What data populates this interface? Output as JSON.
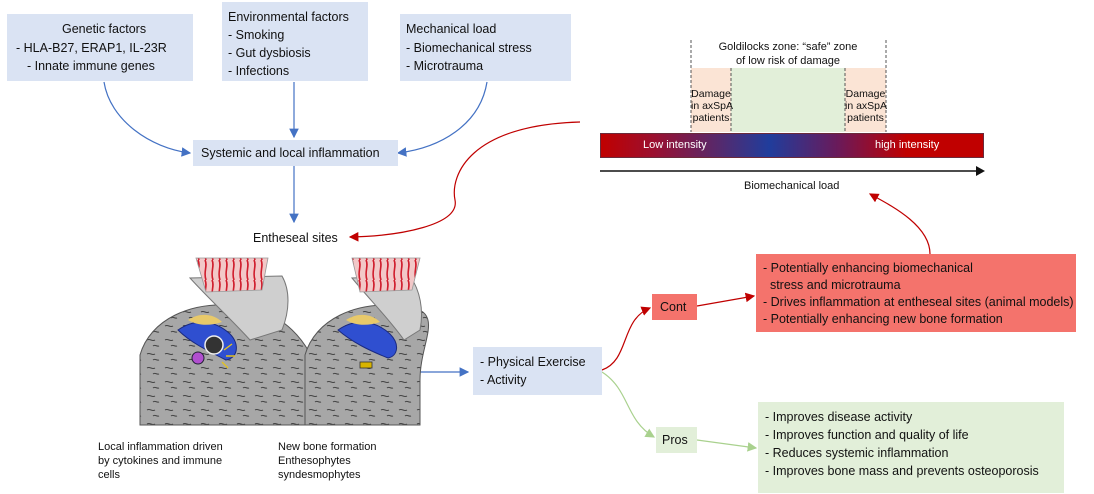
{
  "genetic": {
    "title": "Genetic factors",
    "items": [
      "-      HLA-B27, ERAP1, IL-23R",
      "-      Innate immune genes"
    ]
  },
  "environmental": {
    "title": "Environmental factors",
    "items": [
      "-       Smoking",
      "-       Gut dysbiosis",
      "-       Infections"
    ]
  },
  "mechanical": {
    "title": "Mechanical load",
    "items": [
      "- Biomechanical stress",
      "-    Microtrauma"
    ]
  },
  "systemic": "Systemic and local inflammation",
  "entheseal": "Entheseal sites",
  "goldilocks": {
    "title_lines": [
      "Goldilocks zone: “safe” zone",
      "of low risk of damage"
    ],
    "damage_left": [
      "Damage",
      "in axSpA",
      "patients"
    ],
    "damage_right": [
      "Damage",
      "in axSpA",
      "patients"
    ],
    "low": "Low intensity",
    "high": "high intensity",
    "axis_label": "Biomechanical load"
  },
  "exercise": [
    "- Physical Exercise",
    "- Activity"
  ],
  "cont": {
    "label": "Cont",
    "items": [
      "- Potentially enhancing biomechanical",
      "  stress and microtrauma",
      "- Drives inflammation at entheseal sites (animal models)",
      "- Potentially enhancing new bone formation"
    ]
  },
  "pros": {
    "label": "Pros",
    "items": [
      "- Improves disease activity",
      "- Improves function and quality of life",
      "- Reduces systemic inflammation",
      "- Improves bone mass and prevents osteoporosis"
    ]
  },
  "captions": {
    "left": [
      "Local inflammation driven",
      "by cytokines and immune",
      "cells"
    ],
    "right": [
      "New bone formation",
      "Enthesophytes",
      "syndesmophytes"
    ]
  },
  "colors": {
    "blue_box": "#dae3f3",
    "green_box": "#e2efd9",
    "red_box": "#f4736c",
    "blue_arrow": "#4472c4",
    "red_arrow": "#c00000",
    "green_arrow": "#a9d18e",
    "gradient_red": "#c00000",
    "gradient_blue": "#203d9c"
  }
}
